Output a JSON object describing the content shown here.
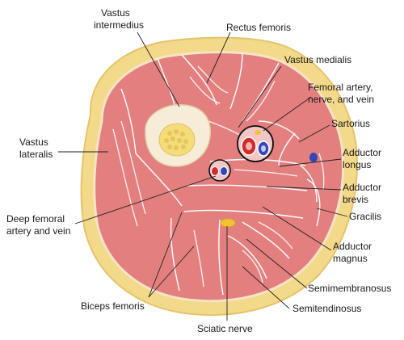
{
  "labels": {
    "vastus_intermedius_1": "Vastus",
    "vastus_intermedius_2": "intermedius",
    "rectus_femoris": "Rectus femoris",
    "vastus_medialis": "Vastus medialis",
    "femoral_1": "Femoral artery,",
    "femoral_2": "nerve, and vein",
    "sartorius": "Sartorius",
    "vastus_lateralis_1": "Vastus",
    "vastus_lateralis_2": "lateralis",
    "adductor_longus_1": "Adductor",
    "adductor_longus_2": "longus",
    "adductor_brevis_1": "Adductor",
    "adductor_brevis_2": "brevis",
    "gracilis": "Gracilis",
    "deep_femoral_1": "Deep femoral",
    "deep_femoral_2": "artery and vein",
    "adductor_magnus_1": "Adductor",
    "adductor_magnus_2": "magnus",
    "semimembranosus": "Semimembranosus",
    "semitendinosus": "Semitendinosus",
    "biceps_femoris": "Biceps femoris",
    "sciatic_nerve": "Sciatic nerve"
  },
  "colors": {
    "fat": "#f3d98a",
    "fat_edge": "#e6c36a",
    "muscle": "#e37f7f",
    "muscle_dark": "#d46c6c",
    "bone_cortex": "#f7ecd8",
    "marrow": "#f4dc7a",
    "artery": "#d32a2a",
    "vein": "#3347b8",
    "nerve": "#f2c236"
  }
}
